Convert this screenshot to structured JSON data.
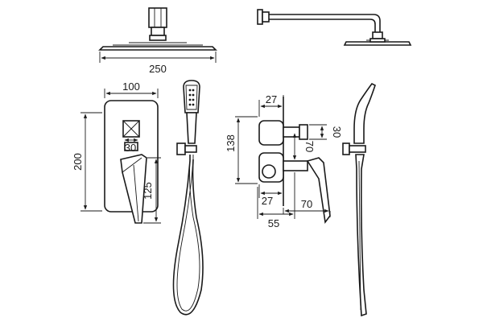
{
  "dimensions": {
    "head_diameter": "250",
    "plate_width": "100",
    "plate_height": "200",
    "knob_width": "30",
    "lever_height": "125",
    "side_top_width": "27",
    "side_height": "138",
    "side_right_width": "30",
    "side_mid_height": "70",
    "side_bottom_width": "27",
    "side_depth": "55",
    "lever_reach": "70"
  },
  "colors": {
    "line": "#1a1a1a",
    "background": "#ffffff"
  }
}
